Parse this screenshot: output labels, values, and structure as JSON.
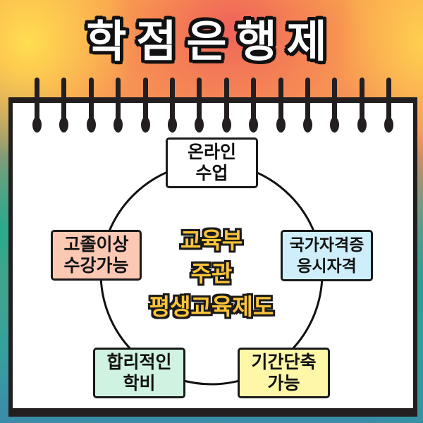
{
  "title": "학점은행제",
  "colors": {
    "title_fill": "#ffffff",
    "outline": "#1a1a1a",
    "center_text": "#fcc43a",
    "notepad_border": "#231f20"
  },
  "diagram": {
    "center": {
      "lines": [
        "교육부",
        "주관",
        "평생교육제도"
      ]
    },
    "nodes": [
      {
        "id": "online",
        "lines": [
          "온라인",
          "수업"
        ],
        "fill": "#ffffff"
      },
      {
        "id": "qualification",
        "lines": [
          "국가자격증",
          "응시자격"
        ],
        "fill": "#cfeefc"
      },
      {
        "id": "shorten",
        "lines": [
          "기간단축",
          "가능"
        ],
        "fill": "#fff7a8"
      },
      {
        "id": "tuition",
        "lines": [
          "합리적인",
          "학비"
        ],
        "fill": "#cff3e0"
      },
      {
        "id": "eligibility",
        "lines": [
          "고졸이상",
          "수강가능"
        ],
        "fill": "#fbc8b4"
      }
    ],
    "ring_count": 14
  }
}
